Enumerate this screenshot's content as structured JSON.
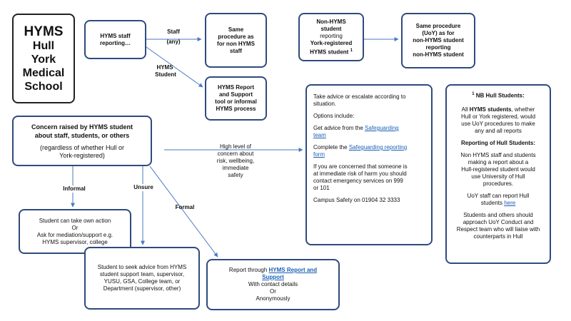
{
  "logo": {
    "line1": "HYMS",
    "line2": "Hull",
    "line3": "York",
    "line4": "Medical",
    "line5": "School"
  },
  "staff_box": {
    "line1": "HYMS staff",
    "line2": "reporting…"
  },
  "edge_labels": {
    "staff": "Staff",
    "any": "(any)",
    "hyms": "HYMS",
    "student": "Student",
    "high1": "High level of",
    "high2": "concern about",
    "high3": "risk, wellbeing,",
    "high4": "immediate",
    "high5": "safety",
    "informal": "Informal",
    "unsure": "Unsure",
    "formal": "Formal"
  },
  "same_nonhyms_staff": {
    "line1": "Same",
    "line2": "procedure as",
    "line3": "for non HYMS",
    "line4": "staff"
  },
  "hyms_report_tool": {
    "line1": "HYMS Report",
    "line2": "and Support",
    "line3": "tool or informal",
    "line4": "HYMS process"
  },
  "nonhyms_student": {
    "line1": "Non-HYMS",
    "line2": "student",
    "line3": "reporting",
    "line4": "York-registered",
    "line5": "HYMS student",
    "sup": "1"
  },
  "same_uoy": {
    "line1": "Same procedure",
    "line2": "(UoY) as for",
    "line3": "non-HYMS student",
    "line4": "reporting",
    "line5": "non-HYMS student"
  },
  "concern": {
    "line1": "Concern raised by HYMS student",
    "line2": "about staff, students, or others",
    "line3": "(regardless of whether Hull or",
    "line4": "York-registered)"
  },
  "advice": {
    "p1a": "Take advice or escalate according to",
    "p1b": "situation.",
    "p2": "Options include:",
    "p3a": "Get advice from the ",
    "p3link_a": "Safeguarding",
    "p3link_b": "team",
    "p4a": "Complete the ",
    "p4link_a": "Safeguarding reporting",
    "p4link_b": "form",
    "p5a": "If you are concerned that someone is",
    "p5b": "at immediate risk of harm you should",
    "p5c": "contact emergency services on 999",
    "p5d": "or 101",
    "p6": "Campus Safety on 01904 32 3333"
  },
  "hull_note": {
    "sup": "1",
    "title": "NB Hull Students:",
    "p1_bold": "HYMS students",
    "p1_pre": "All ",
    "p1a": ", whether",
    "p1b": "Hull or York registered, would",
    "p1c": "use UoY procedures to make",
    "p1d": "any and all reports",
    "sub": "Reporting of Hull Students:",
    "p2a": "Non HYMS staff and students",
    "p2b": "making a report about a",
    "p2c": "Hull-registered student would",
    "p2d": "use University of Hull",
    "p2e": "procedures.",
    "p3a": "UoY staff can report Hull",
    "p3b": "students ",
    "p3link": "here",
    "p4a": "Students and others should",
    "p4b": "approach UoY Conduct and",
    "p4c": "Respect team who will liaise with",
    "p4d": "counterparts in Hull"
  },
  "own_action": {
    "line1": "Student can take own action",
    "line2": "Or",
    "line3": "Ask for mediation/support e.g.",
    "line4": "HYMS supervisor, college"
  },
  "seek_advice": {
    "line1": "Student to seek advice from HYMS",
    "line2": "student support team, supervisor,",
    "line3": "YUSU, GSA, College team, or",
    "line4": "Department (supervisor, other)"
  },
  "report_through": {
    "line1_pre": "Report through ",
    "line1_link": "HYMS Report and",
    "line2_link": "Support",
    "line3": "With contact details",
    "line4": "Or",
    "line5": "Anonymously"
  },
  "colors": {
    "border": "#2f4b7c",
    "arrow": "#4a78c2",
    "link": "#1a5fb4"
  }
}
